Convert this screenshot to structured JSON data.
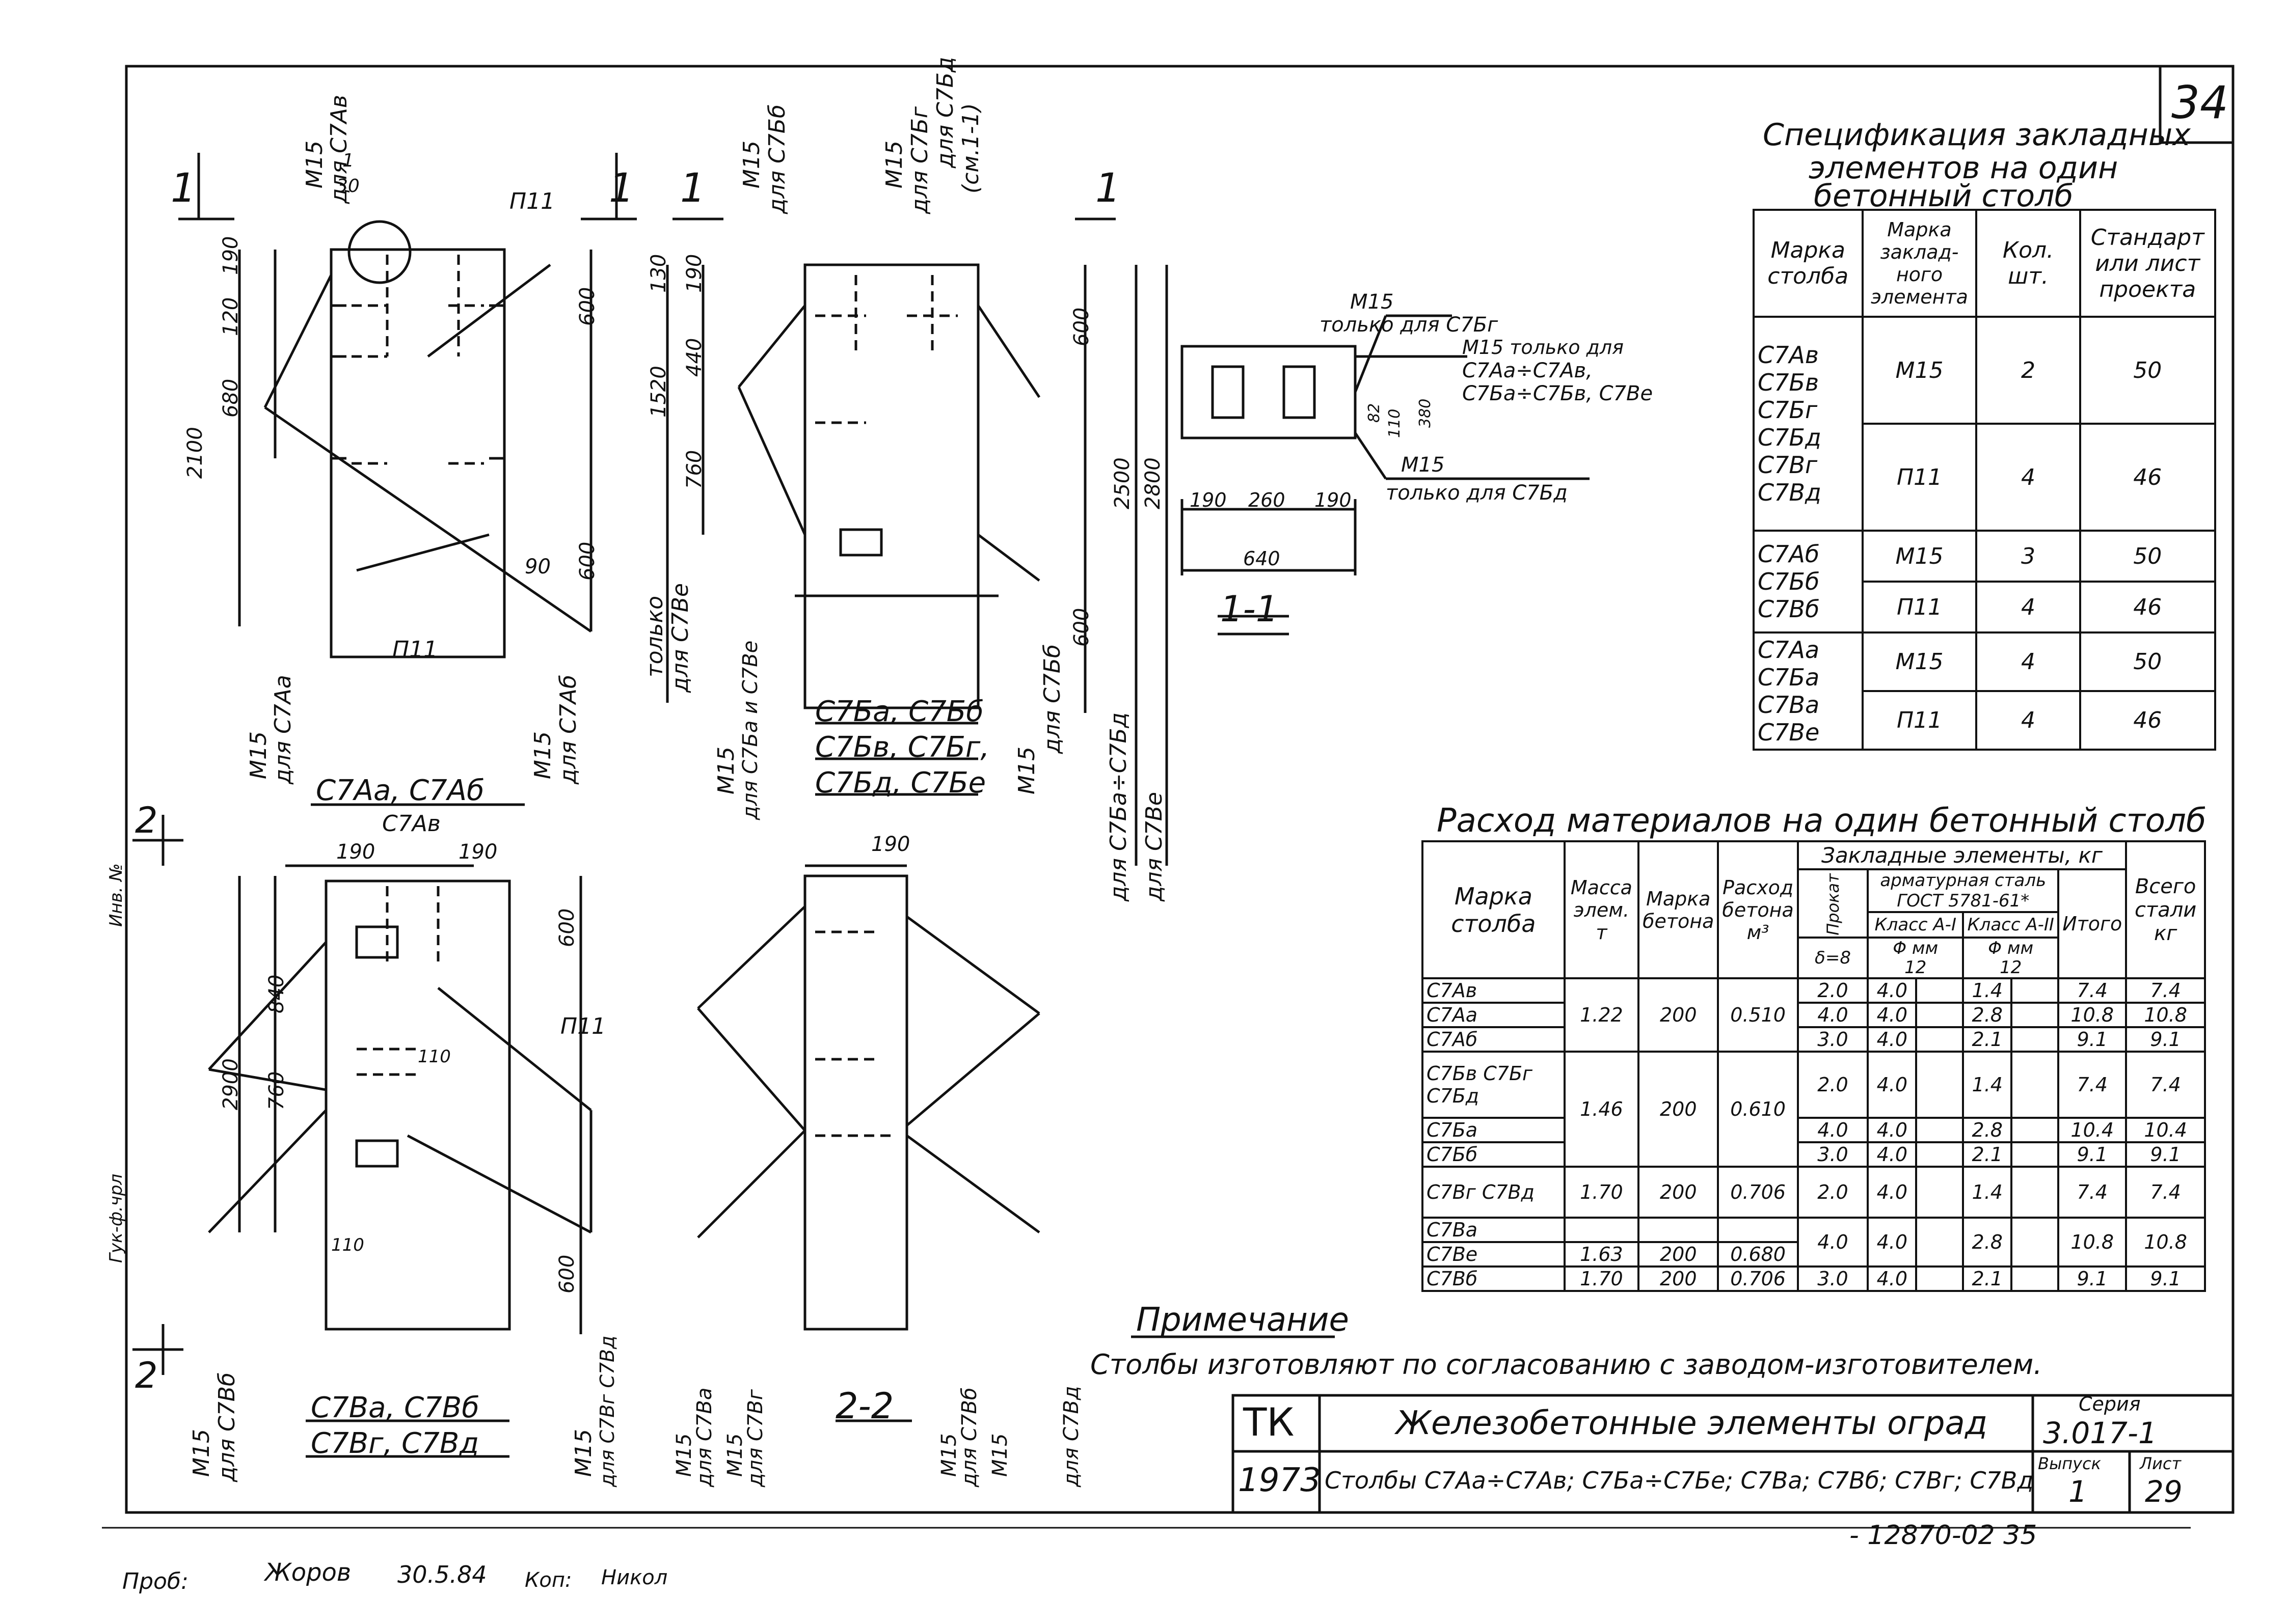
{
  "sheet": {
    "number": "34",
    "series_label": "Серия",
    "series": "3.017-1",
    "issue_label": "Выпуск",
    "issue": "1",
    "sheet_label": "Лист",
    "sheet_no": "29",
    "org": "ТК",
    "year": "1973",
    "title": "Железобетонные элементы оград",
    "subtitle": "Столбы С7Аа÷С7Ав; С7Ба÷С7Бе; С7Ва; С7Вб; С7Вг; С7Вд",
    "doc_no": "- 12870-02  35",
    "check_label": "Проб:",
    "check_sign": "Жоров",
    "check_date": "30.5.84",
    "copy_label": "Коп:",
    "copy_sign": "Никол",
    "left_margin_text": "Инв. №",
    "left_margin_text2": "Гук-ф.чрл"
  },
  "notes": {
    "heading": "Примечание",
    "text": "Столбы изготовляют по согласованию с заводом-изготовителем."
  },
  "drawing": {
    "cut_labels": [
      "1",
      "1",
      "1",
      "1",
      "2",
      "2"
    ],
    "views": {
      "a_caption_1": "С7Аа, С7Аб",
      "a_caption_2": "С7Ав",
      "b_caption_1": "С7Ба, С7Бб",
      "b_caption_2": "С7Бв, С7Бг,",
      "b_caption_3": "С7Бд, С7Бе",
      "c_caption_1": "С7Ва, С7Вб",
      "c_caption_2": "С7Вг, С7Вд",
      "section_11": "1-1",
      "section_22": "2-2",
      "detail_top": "1",
      "detail_bottom": "30"
    },
    "dims_a": [
      "120",
      "190",
      "680",
      "2100",
      "600",
      "600",
      "90"
    ],
    "dims_b": [
      "130",
      "190",
      "440",
      "1520",
      "760",
      "600",
      "600",
      "2500",
      "2800"
    ],
    "dims_c": [
      "190",
      "190",
      "190",
      "840",
      "760",
      "2900",
      "600",
      "600",
      "110",
      "110"
    ],
    "dims_11": [
      "190",
      "260",
      "190",
      "640",
      "82",
      "110",
      "380"
    ],
    "labels": {
      "m15_a": "М15",
      "for_c7av": "для С7Ав",
      "p11": "П11",
      "m15_for_c7aa": "для С7Аа",
      "m15_for_c7ab": "для С7Аб",
      "m15_for_c7bb": "для С7Бб",
      "m15_for_c7bg": "для С7Бг",
      "see_11": "(см.1-1)",
      "for_c7bd": "для С7Бд",
      "only_c7be": "только",
      "for_c7be": "для С7Ве",
      "for_c7ba_c7be": "для С7Ба и С7Ве",
      "range_c7ba_c7bd": "для С7Ба÷С7Бд",
      "for_c7be2": "для С7Ве",
      "sec_m15_only": "М15",
      "sec_only_c7bg": "только для С7Бг",
      "sec_m15_only2": "М15 только для",
      "sec_range1": "С7Аа÷С7Ав,",
      "sec_range2": "С7Ба÷С7Бв, С7Ве",
      "sec_m15_3": "М15",
      "sec_only_c7bd": "только для С7Бд",
      "c_m15": "М15",
      "c_for_c7vb": "для С7Вб",
      "c_for_c7vg": "для С7Вг С7Вд",
      "c2_for_c7va": "для С7Ва",
      "c2_for_c7vg": "для С7Вг",
      "c2_for_c7vb": "для С7Вб",
      "c2_for_c7vd": "для С7Вд",
      "c2_m15": "М15"
    }
  },
  "spec_table": {
    "title_1": "Спецификация закладных",
    "title_2": "элементов на один",
    "title_3": "бетонный   столб",
    "headers": [
      "Марка столба",
      "Марка заклад-ного элемента",
      "Кол. шт.",
      "Стандарт или лист проекта"
    ],
    "groups": [
      {
        "marks": [
          "С7Ав",
          "С7Бв",
          "С7Бг",
          "С7Бд",
          "С7Вг",
          "С7Вд"
        ],
        "rows": [
          [
            "М15",
            "2",
            "50"
          ],
          [
            "П11",
            "4",
            "46"
          ]
        ]
      },
      {
        "marks": [
          "С7Аб",
          "С7Бб",
          "С7Вб"
        ],
        "rows": [
          [
            "М15",
            "3",
            "50"
          ],
          [
            "П11",
            "4",
            "46"
          ]
        ]
      },
      {
        "marks": [
          "С7Аа",
          "С7Ба",
          "С7Ва",
          "С7Ве"
        ],
        "rows": [
          [
            "М15",
            "4",
            "50"
          ],
          [
            "П11",
            "4",
            "46"
          ]
        ]
      }
    ]
  },
  "materials_table": {
    "title": "Расход материалов на один бетонный столб",
    "headers": {
      "mark": "Марка столба",
      "mass": "Масса элем. т",
      "concrete_mark": "Марка бетона",
      "concrete_use": "Расход бетона м³",
      "embedded": "Закладные элементы, кг",
      "rolled": "Прокат",
      "rebar": "арматурная сталь ГОСТ 5781-61*",
      "class1": "Класс А-I",
      "class2": "Класс А-II",
      "phi1": "Φ мм",
      "phi2": "Φ мм",
      "d1": "12",
      "d2": "12",
      "delta": "δ=8",
      "total": "Итого",
      "steel_total": "Всего стали кг"
    },
    "rows": [
      {
        "mark": "С7Ав",
        "rolled": "2.0",
        "a1": "4.0",
        "a2": "1.4",
        "sum": "7.4",
        "all": "7.4"
      },
      {
        "mark": "С7Аа",
        "rolled": "4.0",
        "a1": "4.0",
        "a2": "2.8",
        "sum": "10.8",
        "all": "10.8"
      },
      {
        "mark": "С7Аб",
        "rolled": "3.0",
        "a1": "4.0",
        "a2": "2.1",
        "sum": "9.1",
        "all": "9.1"
      },
      {
        "mark": "С7Бв С7Бг С7Бд",
        "rolled": "2.0",
        "a1": "4.0",
        "a2": "1.4",
        "sum": "7.4",
        "all": "7.4"
      },
      {
        "mark": "С7Ба",
        "rolled": "4.0",
        "a1": "4.0",
        "a2": "2.8",
        "sum": "10.4",
        "all": "10.4"
      },
      {
        "mark": "С7Бб",
        "rolled": "3.0",
        "a1": "4.0",
        "a2": "2.1",
        "sum": "9.1",
        "all": "9.1"
      },
      {
        "mark": "С7Вг С7Вд",
        "rolled": "2.0",
        "a1": "4.0",
        "a2": "1.4",
        "sum": "7.4",
        "all": "7.4"
      },
      {
        "mark": "С7Ва",
        "rolled": "4.0",
        "a1": "4.0",
        "a2": "2.8",
        "sum": "10.8",
        "all": "10.8"
      },
      {
        "mark": "С7Ве"
      },
      {
        "mark": "С7Вб",
        "rolled": "3.0",
        "a1": "4.0",
        "a2": "2.1",
        "sum": "9.1",
        "all": "9.1"
      }
    ],
    "groups": {
      "a": {
        "mass": "1.22",
        "concrete": "200",
        "use": "0.510"
      },
      "b": {
        "mass": "1.46",
        "concrete": "200",
        "use": "0.610"
      },
      "c": {
        "mass": "1.70",
        "concrete": "200",
        "use": "0.706"
      },
      "ve": {
        "mass": "1.63",
        "concrete": "200",
        "use": "0.680"
      },
      "vb": {
        "mass": "1.70",
        "concrete": "200",
        "use": "0.706"
      }
    }
  }
}
